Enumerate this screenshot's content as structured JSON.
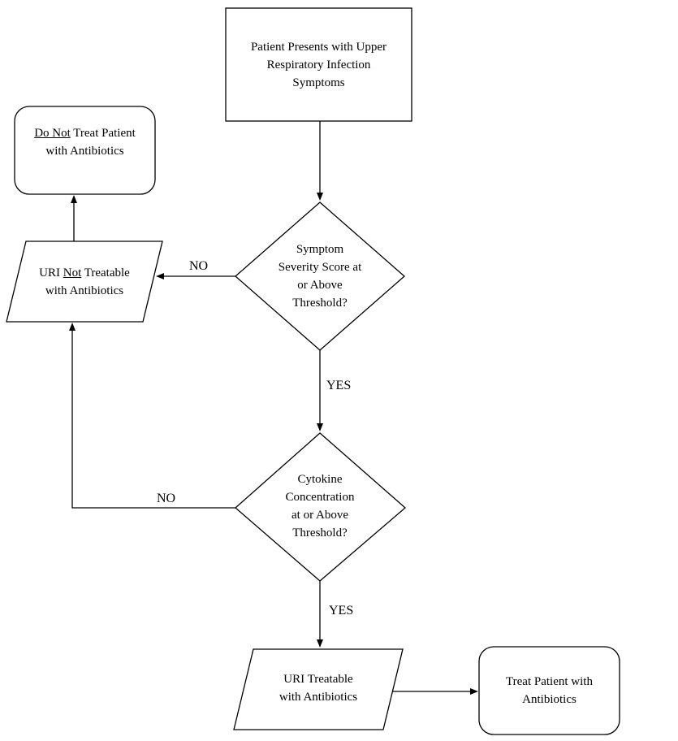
{
  "nodes": {
    "start": {
      "line1": "Patient Presents with Upper",
      "line2": "Respiratory Infection",
      "line3": "Symptoms"
    },
    "decision_symptom": {
      "line1": "Symptom",
      "line2": "Severity Score at",
      "line3": "or Above",
      "line4": "Threshold?"
    },
    "decision_cytokine": {
      "line1": "Cytokine",
      "line2": "Concentration",
      "line3": "at or Above",
      "line4": "Threshold?"
    },
    "not_treatable": {
      "prefix": "URI ",
      "emphasis": "Not",
      "suffix": " Treatable",
      "line2": "with Antibiotics"
    },
    "do_not_treat": {
      "emphasis": "Do Not",
      "suffix": " Treat Patient",
      "line2": "with Antibiotics"
    },
    "treatable": {
      "line1": "URI Treatable",
      "line2": "with Antibiotics"
    },
    "treat": {
      "line1": "Treat Patient with",
      "line2": "Antibiotics"
    }
  },
  "edges": {
    "symptom_no": "NO",
    "symptom_yes": "YES",
    "cytokine_no": "NO",
    "cytokine_yes": "YES"
  }
}
